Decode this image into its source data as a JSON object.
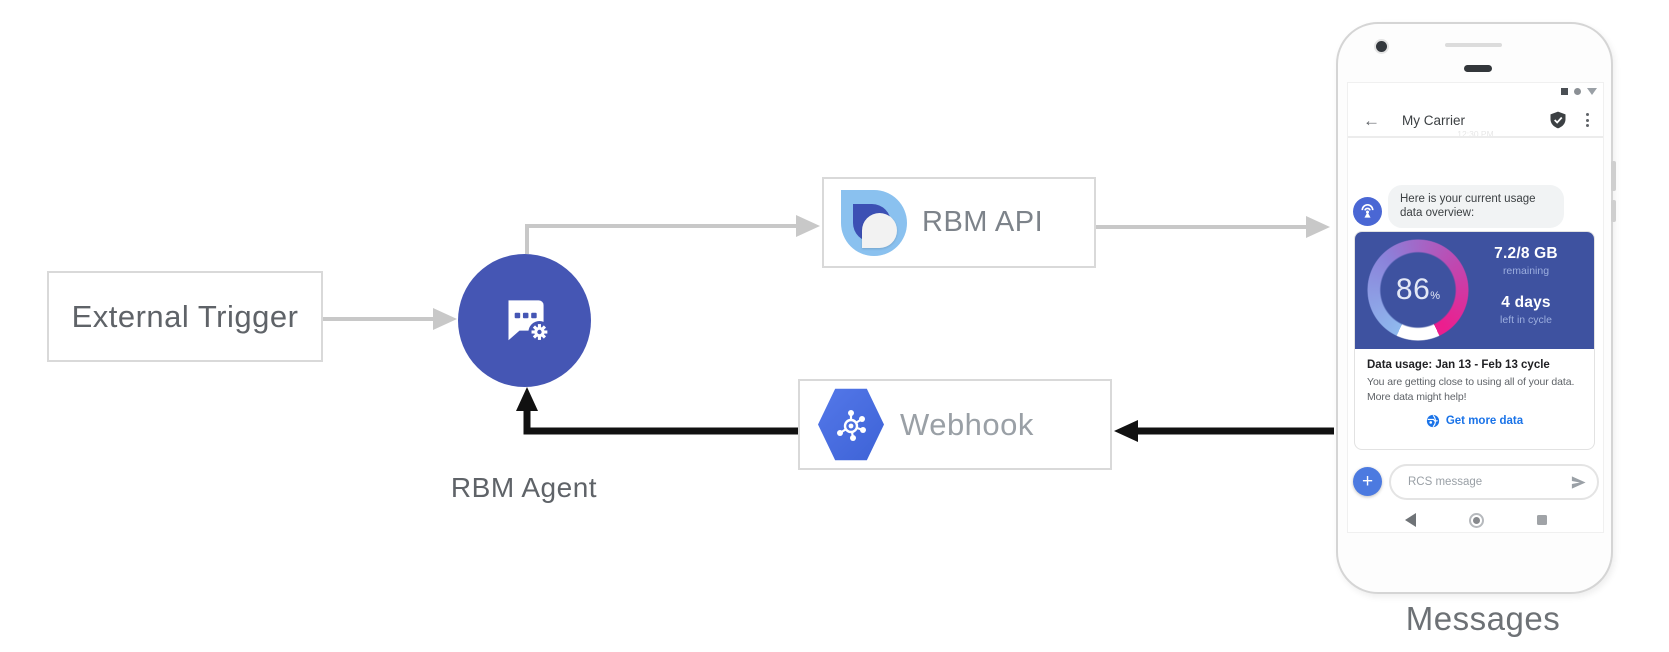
{
  "diagram": {
    "external_trigger": {
      "label": "External Trigger"
    },
    "rbm_agent": {
      "label": "RBM Agent"
    },
    "rbm_api": {
      "label": "RBM API"
    },
    "webhook": {
      "label": "Webhook"
    },
    "phone_caption": "Messages"
  },
  "phone": {
    "header": {
      "title": "My Carrier",
      "back_icon": "←"
    },
    "timestamp": "12:30 PM",
    "message": {
      "text": "Here is your current usage data overview:"
    },
    "usage_card": {
      "percent": "86",
      "percent_symbol": "%",
      "remaining_value": "7.2/8 GB",
      "remaining_label": "remaining",
      "days_value": "4 days",
      "days_label": "left in cycle",
      "title": "Data usage: Jan 13 - Feb 13 cycle",
      "body": "You are getting close to using all of your data. More data might help!",
      "action_label": "Get more data"
    },
    "composer": {
      "placeholder": "RCS message",
      "plus_label": "+"
    },
    "icons": {
      "status": [
        "square-icon",
        "circle-icon",
        "triangle-down-icon"
      ],
      "header": [
        "back-arrow-icon",
        "verified-shield-icon",
        "overflow-menu-icon"
      ],
      "avatar": "carrier-antenna-icon",
      "action": "globe-icon",
      "composer": [
        "plus-icon",
        "send-icon"
      ],
      "nav": [
        "nav-back-icon",
        "nav-home-icon",
        "nav-recents-icon"
      ]
    }
  },
  "colors": {
    "agent_circle": "#4556b4",
    "card_blue": "#3e52a0",
    "gauge_start_blue": "#8fb9ee",
    "gauge_end_pink": "#ec1e8e",
    "link_blue": "#1a73e8",
    "gray_arrow": "#c8c8c8",
    "black_arrow": "#111111",
    "box_border": "#d9d9d9",
    "label_gray": "#5f6368"
  }
}
